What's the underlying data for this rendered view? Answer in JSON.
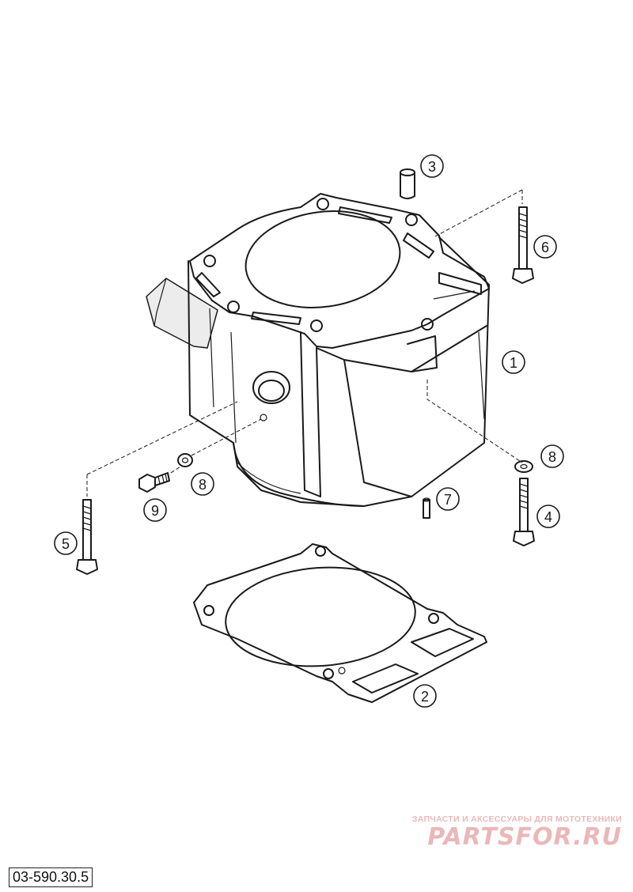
{
  "diagram": {
    "callouts": [
      {
        "id": "1",
        "label": "1"
      },
      {
        "id": "2",
        "label": "2"
      },
      {
        "id": "3",
        "label": "3"
      },
      {
        "id": "4",
        "label": "4"
      },
      {
        "id": "5",
        "label": "5"
      },
      {
        "id": "6",
        "label": "6"
      },
      {
        "id": "7",
        "label": "7"
      },
      {
        "id": "8a",
        "label": "8"
      },
      {
        "id": "8b",
        "label": "8"
      },
      {
        "id": "9",
        "label": "9"
      }
    ]
  },
  "watermark": {
    "tagline": "ЗАПЧАСТИ И АКСЕССУАРЫ ДЛЯ МОТОТЕХНИКИ",
    "logo": "PARTSFOR.RU"
  },
  "reference_code": "03-590.30.5"
}
